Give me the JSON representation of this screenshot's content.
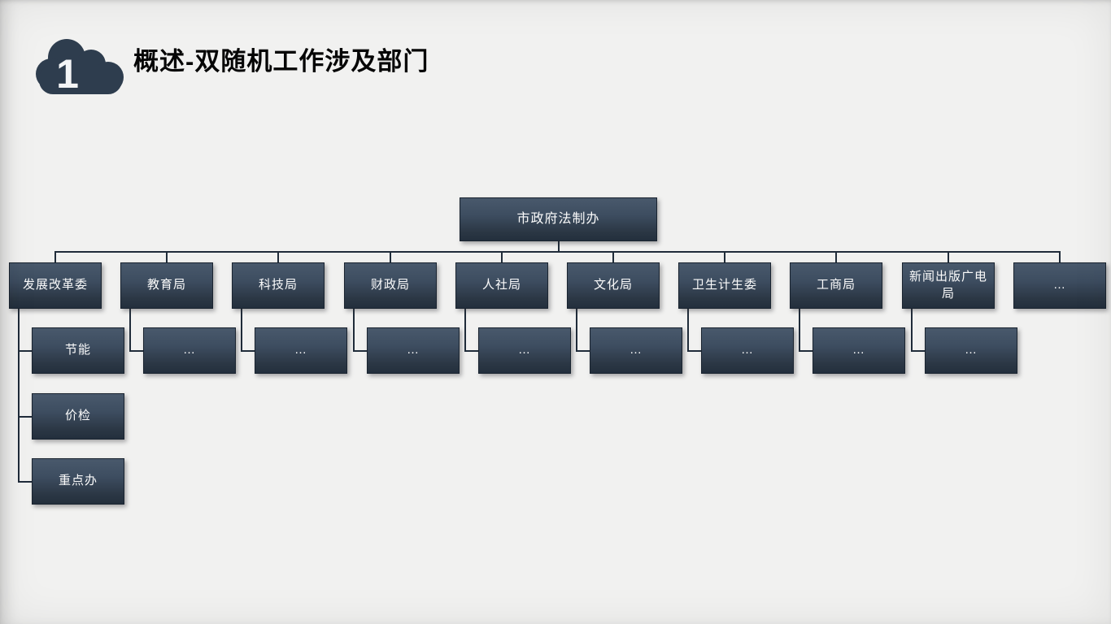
{
  "header": {
    "badge_number": "1",
    "title": "概述-双随机工作涉及部门"
  },
  "colors": {
    "background": "#f1f1f0",
    "node_gradient_top": "#49596c",
    "node_gradient_bottom": "#232f3d",
    "node_border": "#1a2430",
    "node_text": "#fbfbfb",
    "connector": "#202c3a",
    "title_text": "#060606",
    "cloud_icon": "#2e3d4e"
  },
  "chart_data": {
    "type": "org-tree",
    "title": "概述-双随机工作涉及部门",
    "root": {
      "label": "市政府法制办"
    },
    "level2": [
      {
        "label": "发展改革委",
        "children": [
          "节能",
          "价检",
          "重点办"
        ]
      },
      {
        "label": "教育局",
        "children": [
          "…"
        ]
      },
      {
        "label": "科技局",
        "children": [
          "…"
        ]
      },
      {
        "label": "财政局",
        "children": [
          "…"
        ]
      },
      {
        "label": "人社局",
        "children": [
          "…"
        ]
      },
      {
        "label": "文化局",
        "children": [
          "…"
        ]
      },
      {
        "label": "卫生计生委",
        "children": [
          "…"
        ]
      },
      {
        "label": "工商局",
        "children": [
          "…"
        ]
      },
      {
        "label": "新闻出版广电局",
        "children": [
          "…"
        ]
      },
      {
        "label": "…",
        "children": []
      }
    ]
  }
}
